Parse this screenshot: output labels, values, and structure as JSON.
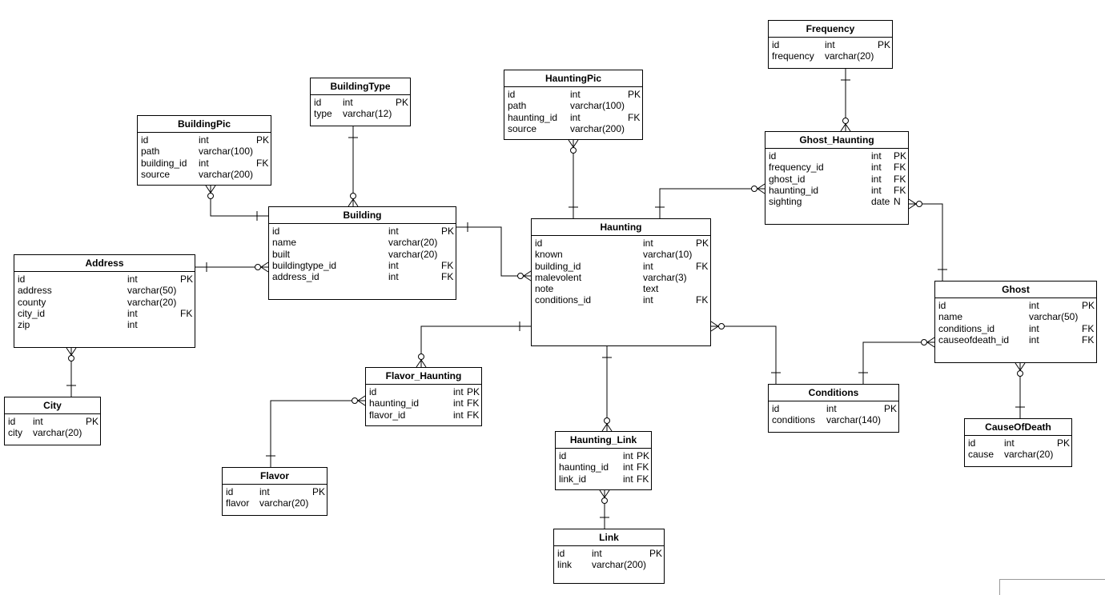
{
  "entities": [
    {
      "id": "frequency",
      "name": "Frequency",
      "columns": [
        [
          "id",
          "int",
          "PK"
        ],
        [
          "frequency",
          "varchar(20)",
          ""
        ]
      ]
    },
    {
      "id": "buildingtype",
      "name": "BuildingType",
      "columns": [
        [
          "id",
          "int",
          "PK"
        ],
        [
          "type",
          "varchar(12)",
          ""
        ]
      ]
    },
    {
      "id": "hauntingpic",
      "name": "HauntingPic",
      "columns": [
        [
          "id",
          "int",
          "PK"
        ],
        [
          "path",
          "varchar(100)",
          ""
        ],
        [
          "haunting_id",
          "int",
          "FK"
        ],
        [
          "source",
          "varchar(200)",
          ""
        ]
      ]
    },
    {
      "id": "buildingpic",
      "name": "BuildingPic",
      "columns": [
        [
          "id",
          "int",
          "PK"
        ],
        [
          "path",
          "varchar(100)",
          ""
        ],
        [
          "building_id",
          "int",
          "FK"
        ],
        [
          "source",
          "varchar(200)",
          ""
        ]
      ]
    },
    {
      "id": "ghost_haunting",
      "name": "Ghost_Haunting",
      "columns": [
        [
          "id",
          "int",
          "PK"
        ],
        [
          "frequency_id",
          "int",
          "FK"
        ],
        [
          "ghost_id",
          "int",
          "FK"
        ],
        [
          "haunting_id",
          "int",
          "FK"
        ],
        [
          "sighting",
          "date",
          "N"
        ]
      ]
    },
    {
      "id": "building",
      "name": "Building",
      "columns": [
        [
          "id",
          "int",
          "PK"
        ],
        [
          "name",
          "varchar(20)",
          ""
        ],
        [
          "built",
          "varchar(20)",
          ""
        ],
        [
          "buildingtype_id",
          "int",
          "FK"
        ],
        [
          "address_id",
          "int",
          "FK"
        ]
      ]
    },
    {
      "id": "haunting",
      "name": "Haunting",
      "columns": [
        [
          "id",
          "int",
          "PK"
        ],
        [
          "known",
          "varchar(10)",
          ""
        ],
        [
          "building_id",
          "int",
          "FK"
        ],
        [
          "malevolent",
          "varchar(3)",
          ""
        ],
        [
          "note",
          "text",
          ""
        ],
        [
          "conditions_id",
          "int",
          "FK"
        ]
      ]
    },
    {
      "id": "address",
      "name": "Address",
      "columns": [
        [
          "id",
          "int",
          "PK"
        ],
        [
          "address",
          "varchar(50)",
          ""
        ],
        [
          "county",
          "varchar(20)",
          ""
        ],
        [
          "city_id",
          "int",
          "FK"
        ],
        [
          "zip",
          "int",
          ""
        ]
      ]
    },
    {
      "id": "ghost",
      "name": "Ghost",
      "columns": [
        [
          "id",
          "int",
          "PK"
        ],
        [
          "name",
          "varchar(50)",
          ""
        ],
        [
          "conditions_id",
          "int",
          "FK"
        ],
        [
          "causeofdeath_id",
          "int",
          "FK"
        ]
      ]
    },
    {
      "id": "flavor_haunting",
      "name": "Flavor_Haunting",
      "columns": [
        [
          "id",
          "int",
          "PK"
        ],
        [
          "haunting_id",
          "int",
          "FK"
        ],
        [
          "flavor_id",
          "int",
          "FK"
        ]
      ]
    },
    {
      "id": "conditions",
      "name": "Conditions",
      "columns": [
        [
          "id",
          "int",
          "PK"
        ],
        [
          "conditions",
          "varchar(140)",
          ""
        ]
      ]
    },
    {
      "id": "city",
      "name": "City",
      "columns": [
        [
          "id",
          "int",
          "PK"
        ],
        [
          "city",
          "varchar(20)",
          ""
        ]
      ]
    },
    {
      "id": "causeofdeath",
      "name": "CauseOfDeath",
      "columns": [
        [
          "id",
          "int",
          "PK"
        ],
        [
          "cause",
          "varchar(20)",
          ""
        ]
      ]
    },
    {
      "id": "haunting_link",
      "name": "Haunting_Link",
      "columns": [
        [
          "id",
          "int",
          "PK"
        ],
        [
          "haunting_id",
          "int",
          "FK"
        ],
        [
          "link_id",
          "int",
          "FK"
        ]
      ]
    },
    {
      "id": "flavor",
      "name": "Flavor",
      "columns": [
        [
          "id",
          "int",
          "PK"
        ],
        [
          "flavor",
          "varchar(20)",
          ""
        ]
      ]
    },
    {
      "id": "link",
      "name": "Link",
      "columns": [
        [
          "id",
          "int",
          "PK"
        ],
        [
          "link",
          "varchar(200)",
          ""
        ]
      ]
    }
  ],
  "relationships": [
    {
      "one": "frequency",
      "many": "ghost_haunting"
    },
    {
      "one": "buildingtype",
      "many": "building"
    },
    {
      "one": "haunting",
      "many": "hauntingpic"
    },
    {
      "one": "building",
      "many": "buildingpic"
    },
    {
      "one": "haunting",
      "many": "ghost_haunting"
    },
    {
      "one": "ghost",
      "many": "ghost_haunting"
    },
    {
      "one": "address",
      "many": "building"
    },
    {
      "one": "building",
      "many": "haunting"
    },
    {
      "one": "city",
      "many": "address"
    },
    {
      "one": "haunting",
      "many": "flavor_haunting"
    },
    {
      "one": "flavor",
      "many": "flavor_haunting"
    },
    {
      "one": "haunting",
      "many": "haunting_link"
    },
    {
      "one": "link",
      "many": "haunting_link"
    },
    {
      "one": "conditions",
      "many": "haunting"
    },
    {
      "one": "conditions",
      "many": "ghost"
    },
    {
      "one": "causeofdeath",
      "many": "ghost"
    }
  ]
}
